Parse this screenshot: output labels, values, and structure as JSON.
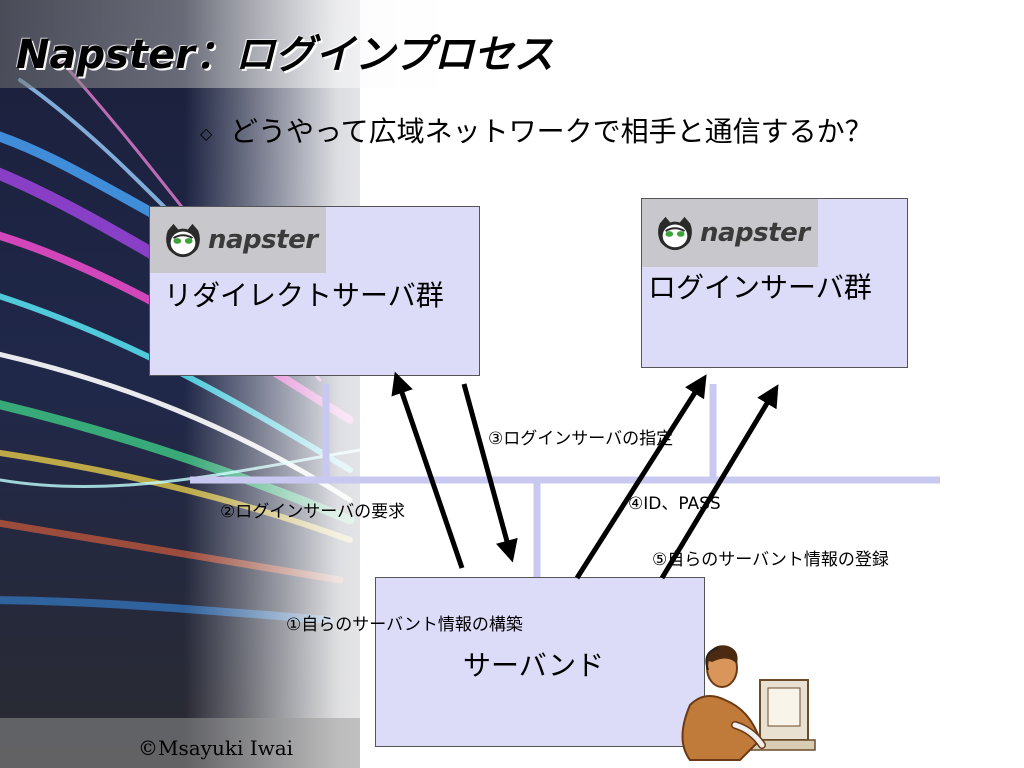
{
  "slide": {
    "title": "Napster：ログインプロセス",
    "bullet_mark": "◇",
    "bullet_text": "どうやって広域ネットワークで相手と通信するか？"
  },
  "boxes": {
    "redirect": {
      "logo_text": "napster",
      "label": "リダイレクトサーバ群"
    },
    "login": {
      "logo_text": "napster",
      "label": "ログインサーバ群"
    },
    "servant": {
      "label": "サーバンド"
    }
  },
  "steps": {
    "step1": "①自らのサーバント情報の構築",
    "step2": "②ログインサーバの要求",
    "step3": "③ログインサーバの指定",
    "step4": "④ID、PASS",
    "step5": "⑤自らのサーバント情報の登録"
  },
  "footer": {
    "copyright": "©Msayuki Iwai"
  },
  "colors": {
    "box_fill": "#dcdcf8",
    "network_line": "#c8c8f0",
    "logo_bg": "#c8c8cc"
  }
}
